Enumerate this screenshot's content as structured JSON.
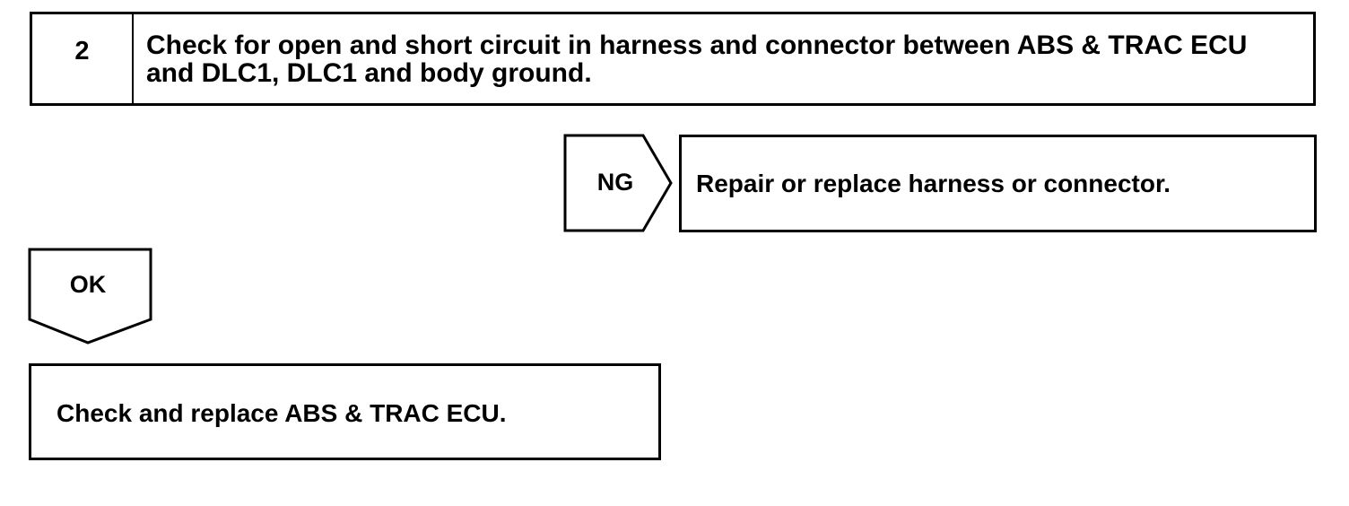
{
  "step": {
    "number": "2",
    "text": "Check for open and short circuit in harness and connector between ABS & TRAC ECU and DLC1, DLC1 and body ground."
  },
  "ng_branch": {
    "label": "NG",
    "action": "Repair or replace harness or connector."
  },
  "ok_branch": {
    "label": "OK",
    "action": "Check and replace ABS & TRAC ECU."
  }
}
